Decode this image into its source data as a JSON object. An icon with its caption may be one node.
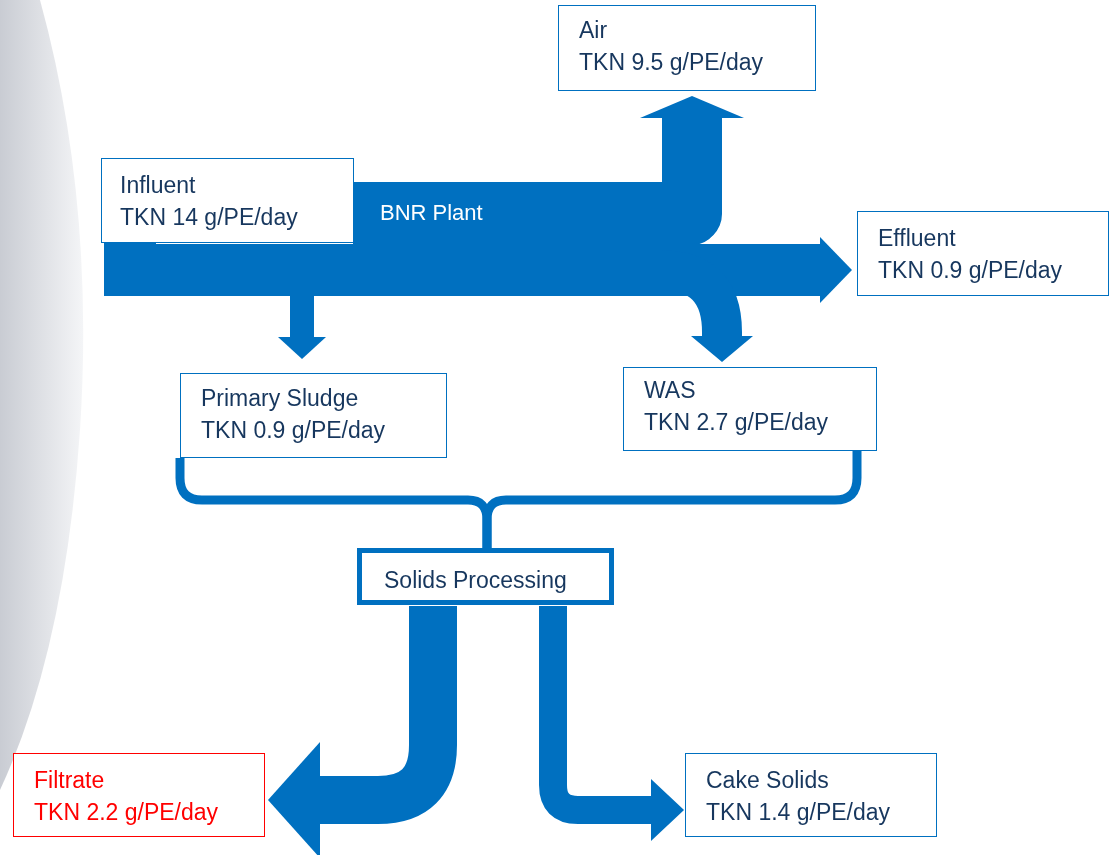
{
  "diagram": {
    "nodes": [
      {
        "text": [
          "Influent",
          "TKN 14 g/PE/day"
        ]
      },
      {
        "text": [
          "Air",
          "TKN 9.5 g/PE/day"
        ]
      },
      {
        "text": [
          "Effluent",
          "TKN 0.9 g/PE/day"
        ]
      },
      {
        "text": [
          "Primary Sludge",
          "TKN 0.9 g/PE/day"
        ]
      },
      {
        "text": [
          "WAS",
          "TKN 2.7 g/PE/day"
        ]
      },
      {
        "text": [
          "Solids Processing"
        ]
      },
      {
        "text": [
          "Filtrate",
          "TKN 2.2 g/PE/day"
        ]
      },
      {
        "text": [
          "Cake Solids",
          "TKN 1.4 g/PE/day"
        ]
      }
    ],
    "edges": [
      {
        "from": 0,
        "to": 1,
        "arrow": "to",
        "style": "thick"
      },
      {
        "from": 0,
        "to": 2,
        "arrow": "to",
        "style": "thick"
      },
      {
        "from": 0,
        "to": 3,
        "arrow": "to"
      },
      {
        "from": 0,
        "to": 4,
        "arrow": "to"
      },
      {
        "from": 3,
        "to": 5,
        "arrow": "none"
      },
      {
        "from": 4,
        "to": 5,
        "arrow": "none"
      },
      {
        "from": 5,
        "to": 6,
        "arrow": "to"
      },
      {
        "from": 5,
        "to": 7,
        "arrow": "to"
      }
    ],
    "labels": [
      "BNR Plant"
    ]
  }
}
